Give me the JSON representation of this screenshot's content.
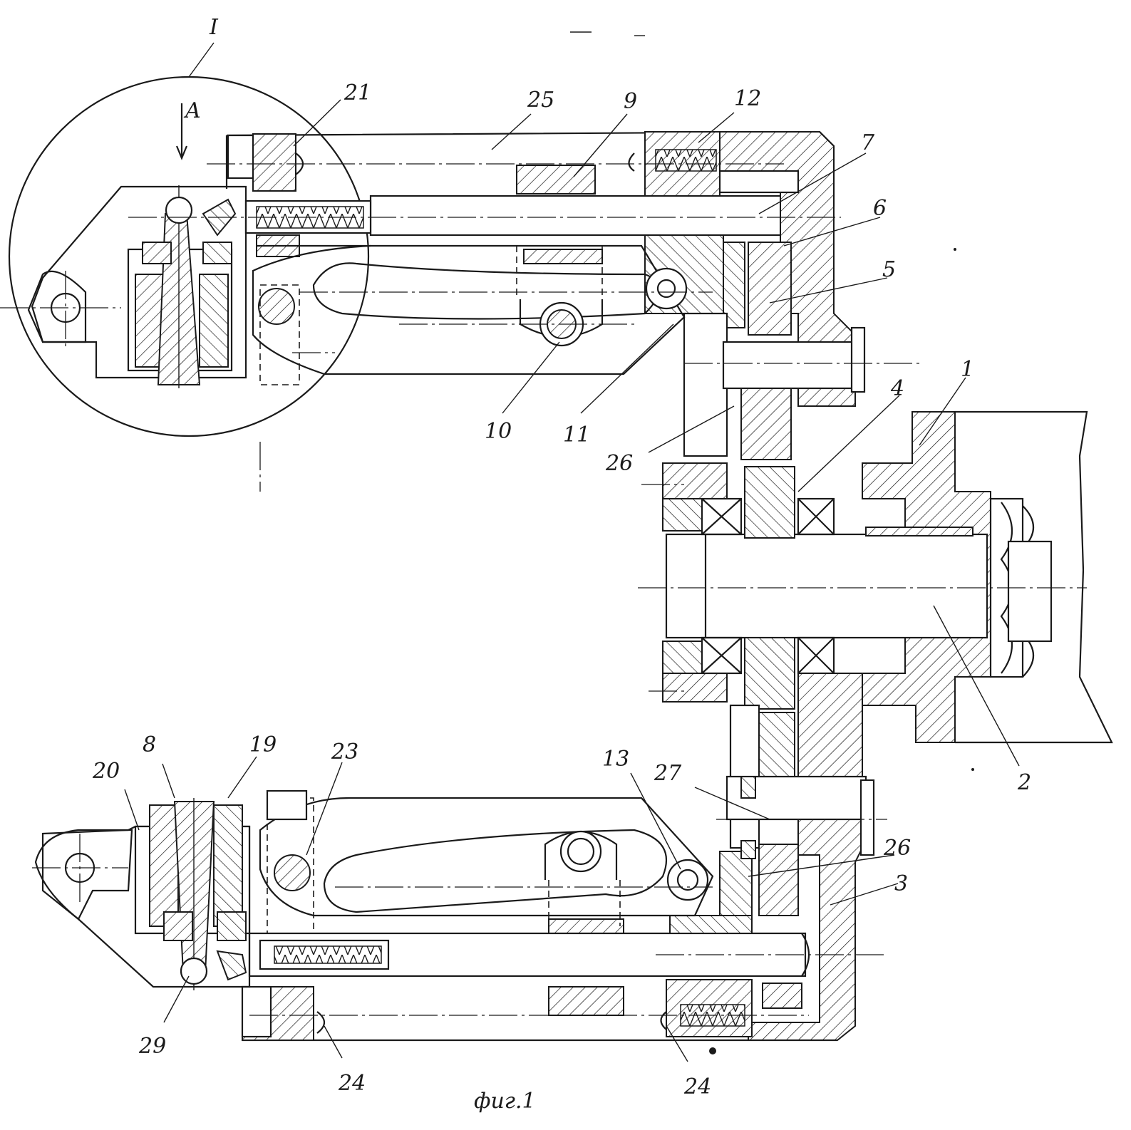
{
  "figure": {
    "caption": "фиг.1",
    "view_detail_label": "I",
    "view_arrow_label": "A"
  },
  "part_labels": {
    "p1": "1",
    "p2": "2",
    "p3": "3",
    "p4": "4",
    "p5": "5",
    "p6": "6",
    "p7": "7",
    "p8": "8",
    "p9": "9",
    "p10": "10",
    "p11": "11",
    "p12": "12",
    "p13": "13",
    "p19": "19",
    "p20": "20",
    "p21": "21",
    "p23": "23",
    "p24a": "24",
    "p24b": "24",
    "p25": "25",
    "p26a": "26",
    "p26b": "26",
    "p27": "27",
    "p29": "29"
  },
  "colors": {
    "ink": "#1a1a1a",
    "paper": "#ffffff"
  }
}
